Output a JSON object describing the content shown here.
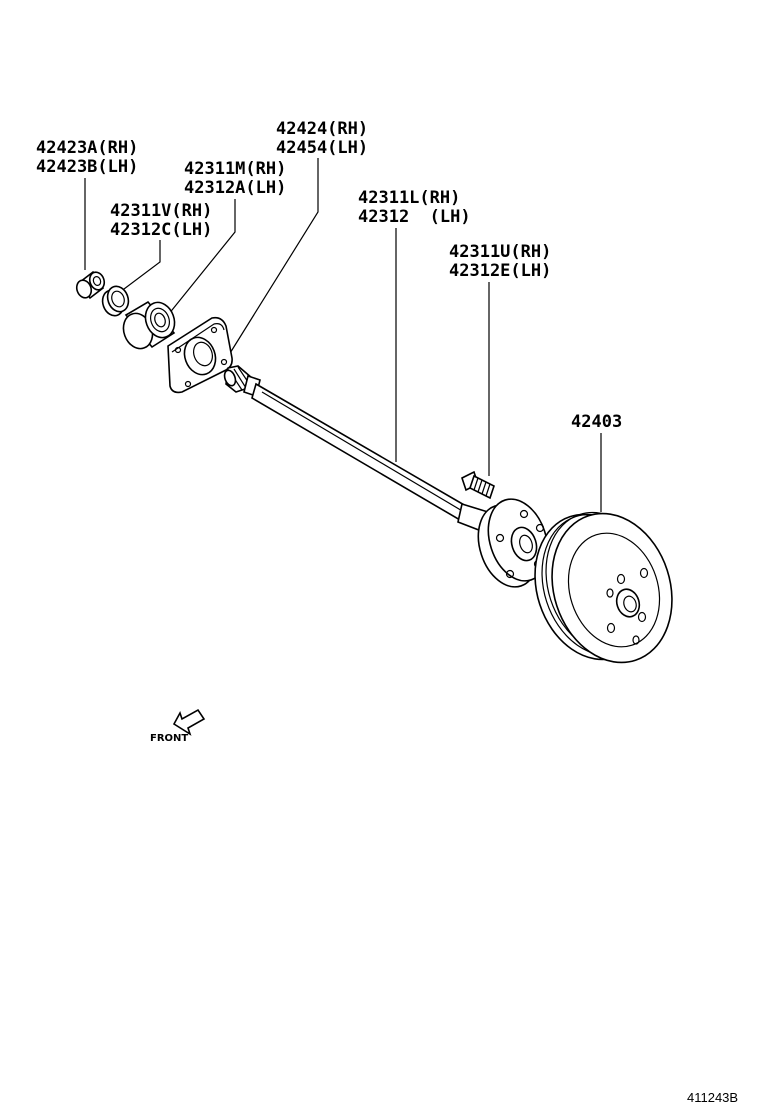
{
  "labels": {
    "seal_rh": "42423A(RH)",
    "seal_lh": "42423B(LH)",
    "bearing_outer_rh": "42311M(RH)",
    "bearing_outer_lh": "42312A(LH)",
    "retainer_rh": "42311V(RH)",
    "retainer_lh": "42312C(LH)",
    "plate_rh": "42424(RH)",
    "plate_lh": "42454(LH)",
    "shaft_rh": "42311L(RH)",
    "shaft_lh": "42312  (LH)",
    "bolt_rh": "42311U(RH)",
    "bolt_lh": "42312E(LH)",
    "drum": "42403"
  },
  "front_label": "FRONT",
  "diagram_code": "411243B"
}
